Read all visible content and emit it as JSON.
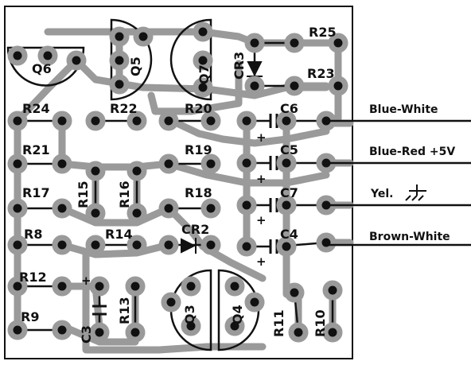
{
  "labels": {
    "q6": "Q6",
    "q5": "Q5",
    "q7": "Q7",
    "q3": "Q3",
    "q4": "Q4",
    "cr3": "CR3",
    "cr2": "CR2",
    "r25": "R25",
    "r23": "R23",
    "r24": "R24",
    "r22": "R22",
    "r20": "R20",
    "r21": "R21",
    "r19": "R19",
    "r17": "R17",
    "r15": "R15",
    "r16": "R16",
    "r18": "R18",
    "r8": "R8",
    "r14": "R14",
    "r12": "R12",
    "r9": "R9",
    "r13": "R13",
    "r11": "R11",
    "r10": "R10",
    "c6": "C6",
    "c5": "C5",
    "c7": "C7",
    "c4": "C4",
    "c3": "C3",
    "plus": "+"
  },
  "wires": {
    "blue_white": "Blue-White",
    "blue_red": "Blue-Red +5V",
    "yel": "Yel.",
    "brown_white": "Brown-White"
  }
}
